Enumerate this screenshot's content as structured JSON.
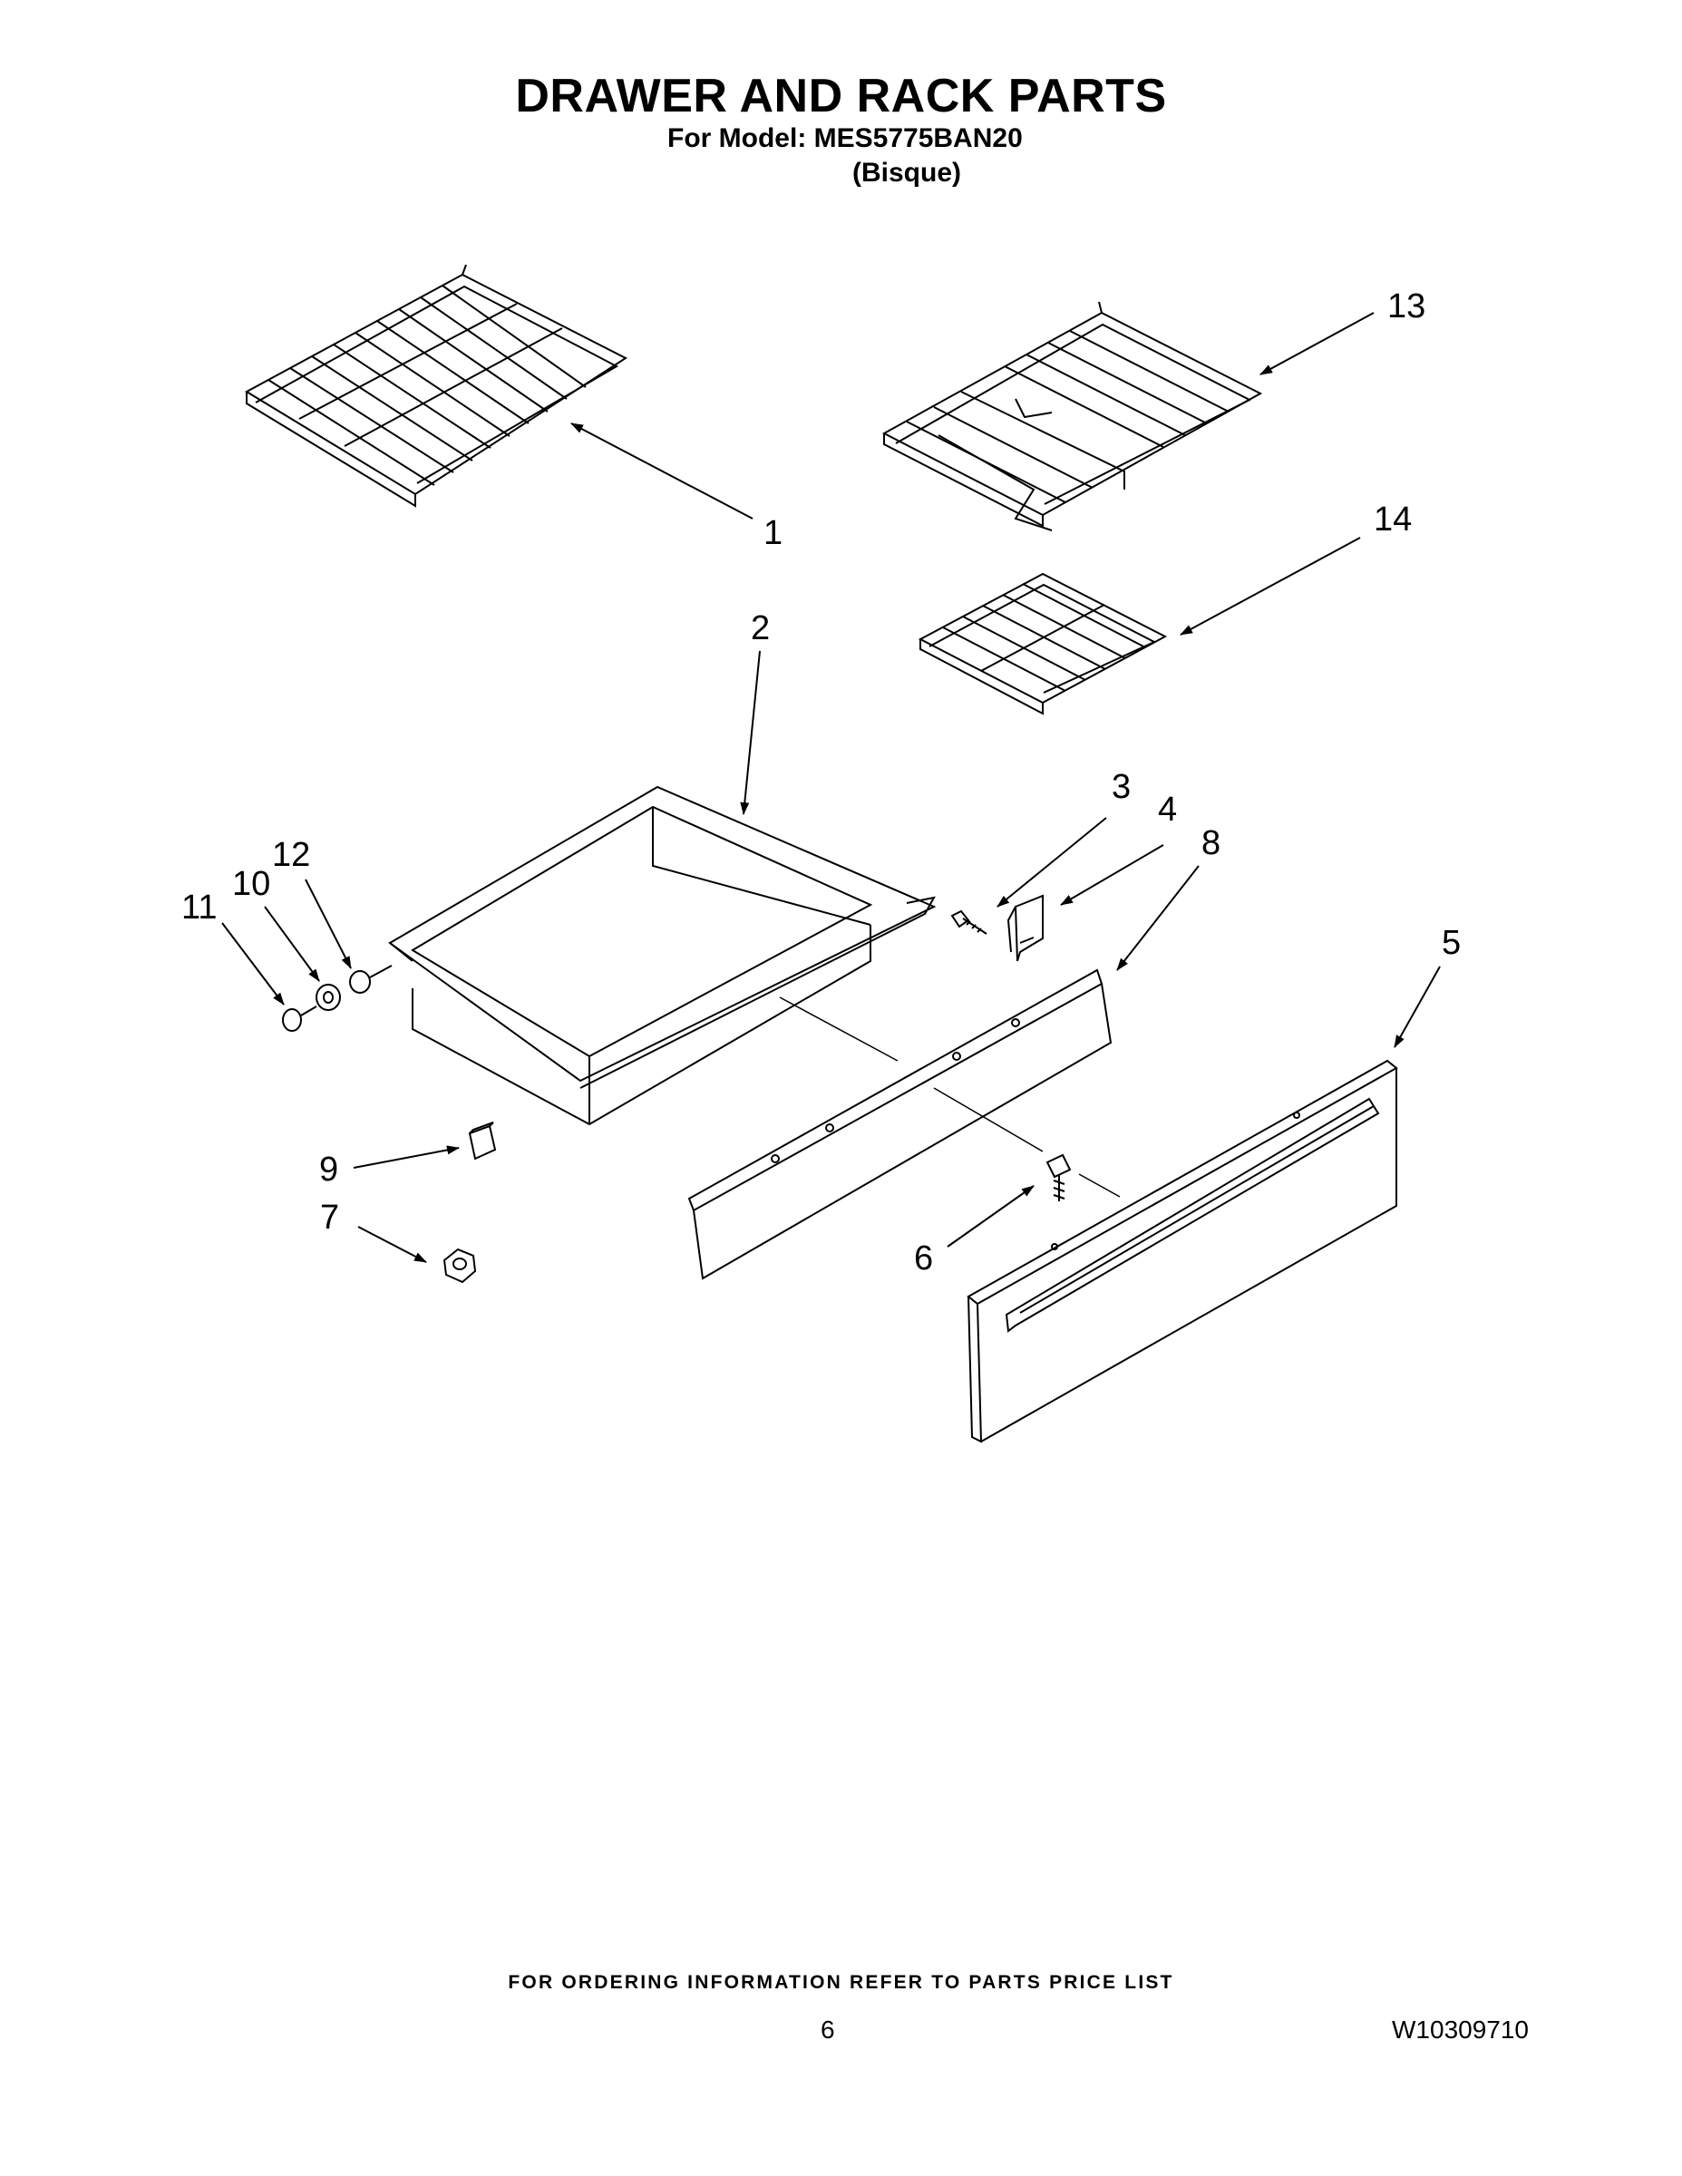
{
  "header": {
    "title": "DRAWER AND RACK PARTS",
    "model_line": "For Model: MES5775BAN20",
    "color_line": "(Bisque)"
  },
  "callouts": [
    "1",
    "2",
    "3",
    "4",
    "5",
    "6",
    "7",
    "8",
    "9",
    "10",
    "11",
    "12",
    "13",
    "14"
  ],
  "footer": {
    "ordering_info": "FOR ORDERING INFORMATION REFER TO PARTS PRICE LIST",
    "page_number": "6",
    "document_number": "W10309710"
  }
}
